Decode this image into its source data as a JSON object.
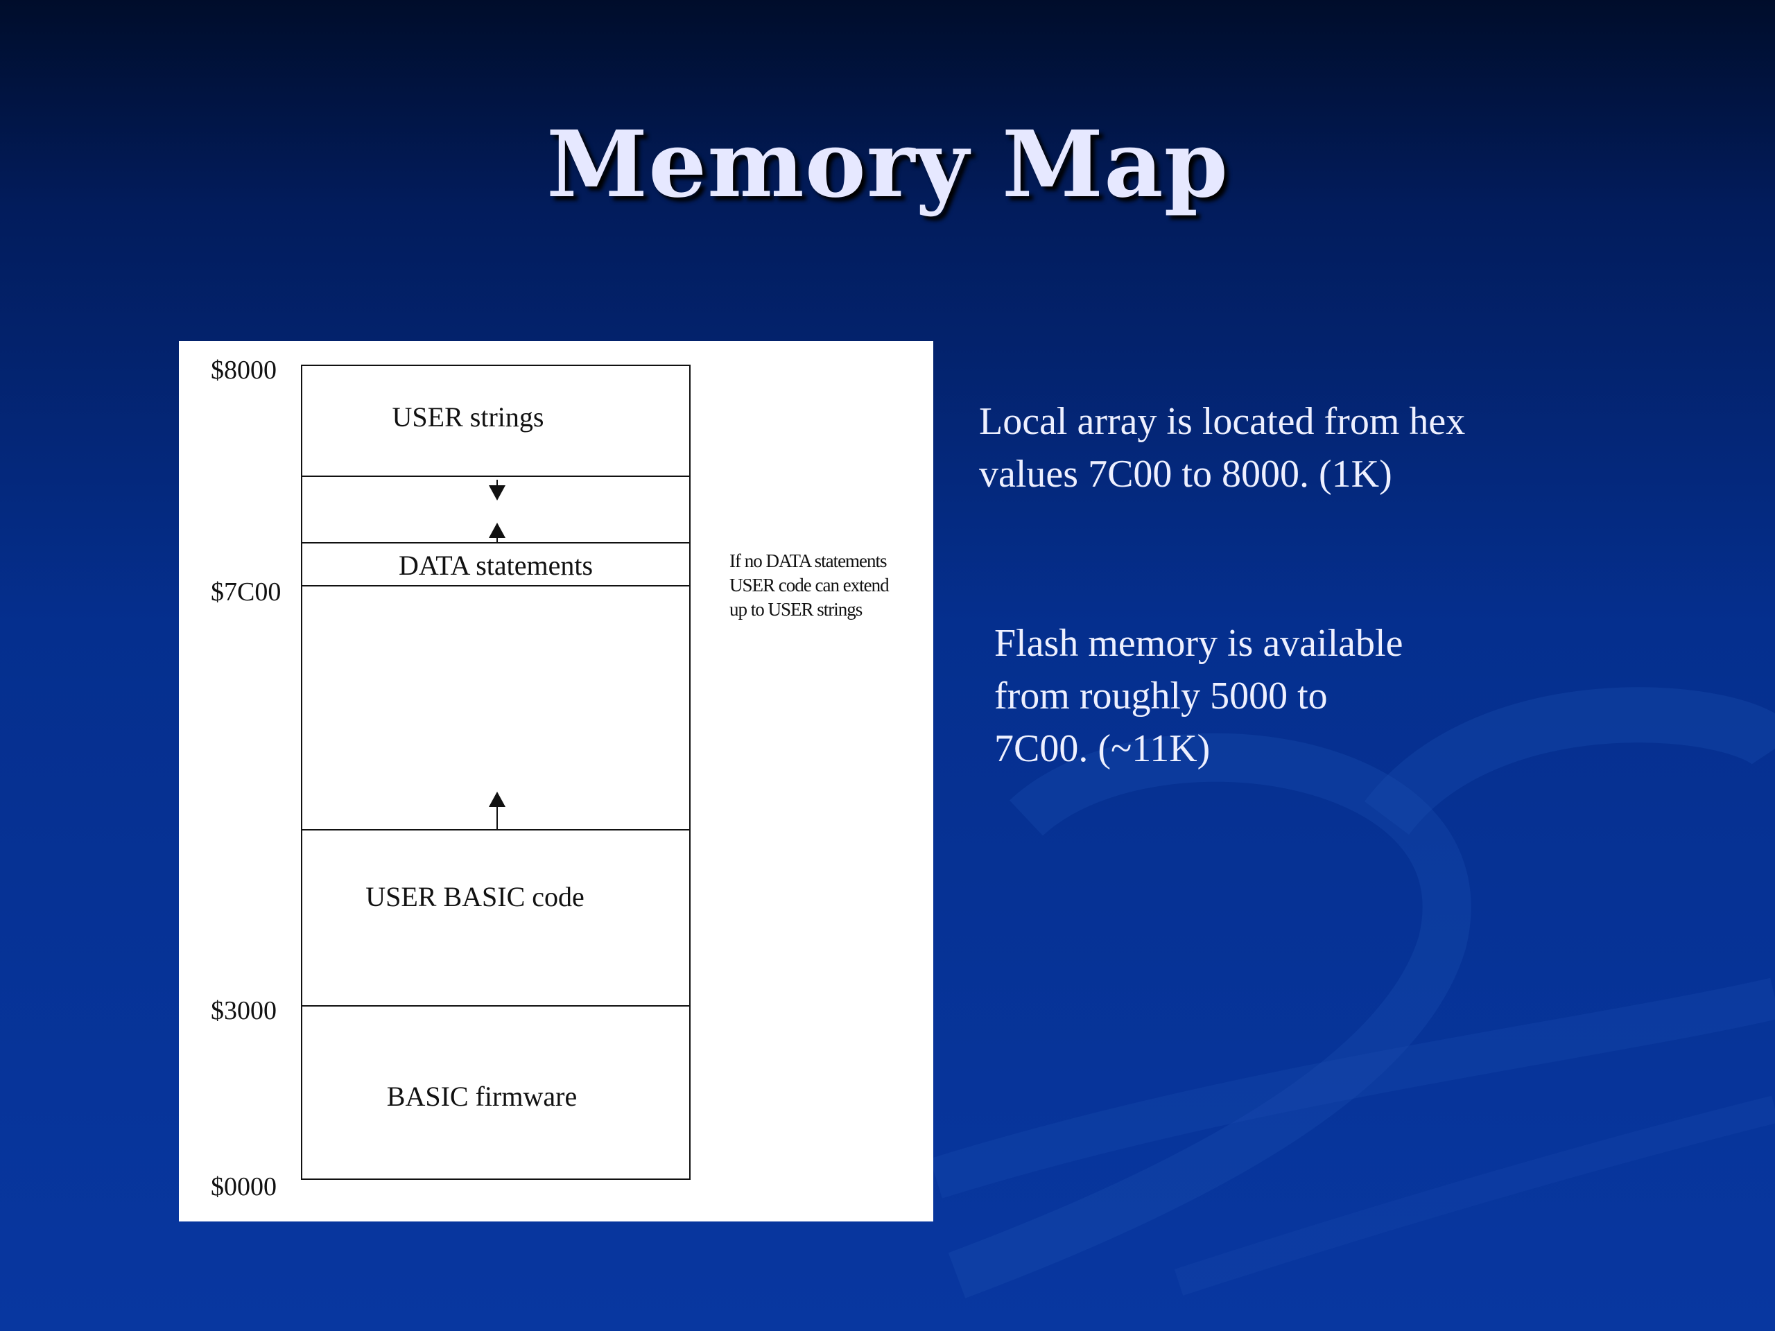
{
  "slide": {
    "title": "Memory Map"
  },
  "diagram": {
    "addresses": {
      "top": "$8000",
      "data_boundary": "$7C00",
      "firmware_boundary": "$3000",
      "bottom": "$0000"
    },
    "regions": {
      "user_strings": "USER strings",
      "data_statements": "DATA statements",
      "user_basic_code": "USER BASIC code",
      "basic_firmware": "BASIC firmware"
    },
    "note_lines": [
      "If no DATA statements",
      "USER code can extend",
      "up to USER strings"
    ]
  },
  "text_blocks": {
    "local_array_lines": [
      "Local array is located from hex",
      "values 7C00 to 8000. (1K)"
    ],
    "flash_memory_lines": [
      "Flash memory is available",
      "from roughly 5000 to",
      "7C00. (~11K)"
    ]
  },
  "colors": {
    "background_top": "#000d2b",
    "background_bottom": "#0837a0",
    "title_text": "#e6e8ff",
    "body_text": "#eef0ff",
    "panel": "#ffffff"
  }
}
